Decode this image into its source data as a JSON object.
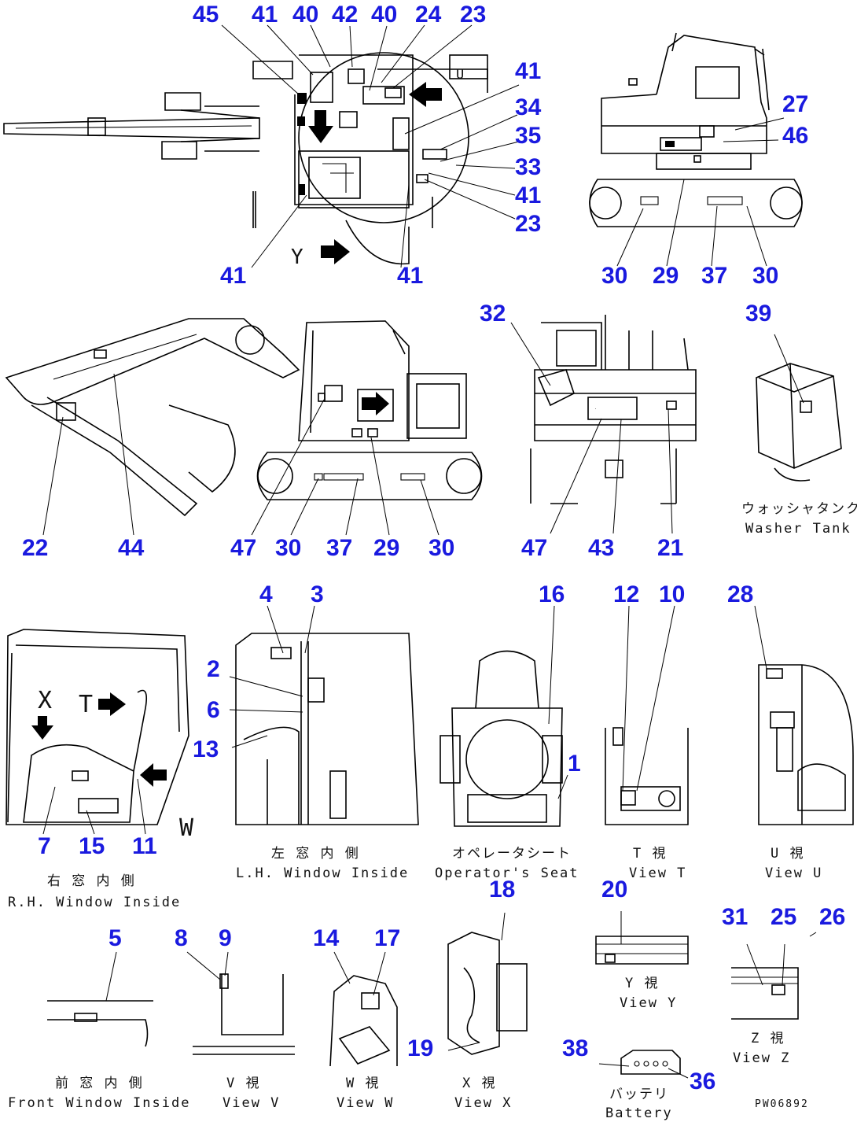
{
  "callouts": {
    "n45": "45",
    "n41a": "41",
    "n40a": "40",
    "n42": "42",
    "n40b": "40",
    "n24": "24",
    "n23a": "23",
    "n41b": "41",
    "n34": "34",
    "n35": "35",
    "n33": "33",
    "n41c": "41",
    "n23b": "23",
    "n41d": "41",
    "n41e": "41",
    "n27": "27",
    "n46": "46",
    "n30a": "30",
    "n29a": "29",
    "n37a": "37",
    "n30b": "30",
    "n22": "22",
    "n44": "44",
    "n47a": "47",
    "n30c": "30",
    "n37b": "37",
    "n29b": "29",
    "n30d": "30",
    "n32": "32",
    "n47b": "47",
    "n43": "43",
    "n21": "21",
    "n39": "39",
    "n4": "4",
    "n3": "3",
    "n2": "2",
    "n6": "6",
    "n13": "13",
    "n7": "7",
    "n15": "15",
    "n11": "11",
    "n16": "16",
    "n1": "1",
    "n12": "12",
    "n10": "10",
    "n28": "28",
    "n18": "18",
    "n19": "19",
    "n20": "20",
    "n31": "31",
    "n25": "25",
    "n26": "26",
    "n5": "5",
    "n8": "8",
    "n9": "9",
    "n14": "14",
    "n17": "17",
    "n38": "38",
    "n36": "36"
  },
  "view_letters": {
    "u": "U",
    "y": "Y",
    "x": "X",
    "t": "T",
    "w": "W"
  },
  "captions": {
    "washer_jp": "ウォッシャタンク",
    "washer_en": "Washer Tank",
    "rh_window_jp": "右 窓 内 側",
    "rh_window_en": "R.H. Window Inside",
    "lh_window_jp": "左 窓 内 側",
    "lh_window_en": "L.H. Window Inside",
    "seat_jp": "オペレータシート",
    "seat_en": "Operator's Seat",
    "view_t_jp": "T 視",
    "view_t_en": "View T",
    "view_u_jp": "U 視",
    "view_u_en": "View U",
    "view_y_jp": "Y 視",
    "view_y_en": "View Y",
    "view_z_jp": "Z 視",
    "view_z_en": "View Z",
    "front_window_jp": "前 窓 内 側",
    "front_window_en": "Front Window Inside",
    "view_v_jp": "V 視",
    "view_v_en": "View V",
    "view_w_jp": "W 視",
    "view_w_en": "View W",
    "view_x_jp": "X 視",
    "view_x_en": "View X",
    "battery_jp": "バッテリ",
    "battery_en": "Battery",
    "drawing_id": "PW06892"
  }
}
